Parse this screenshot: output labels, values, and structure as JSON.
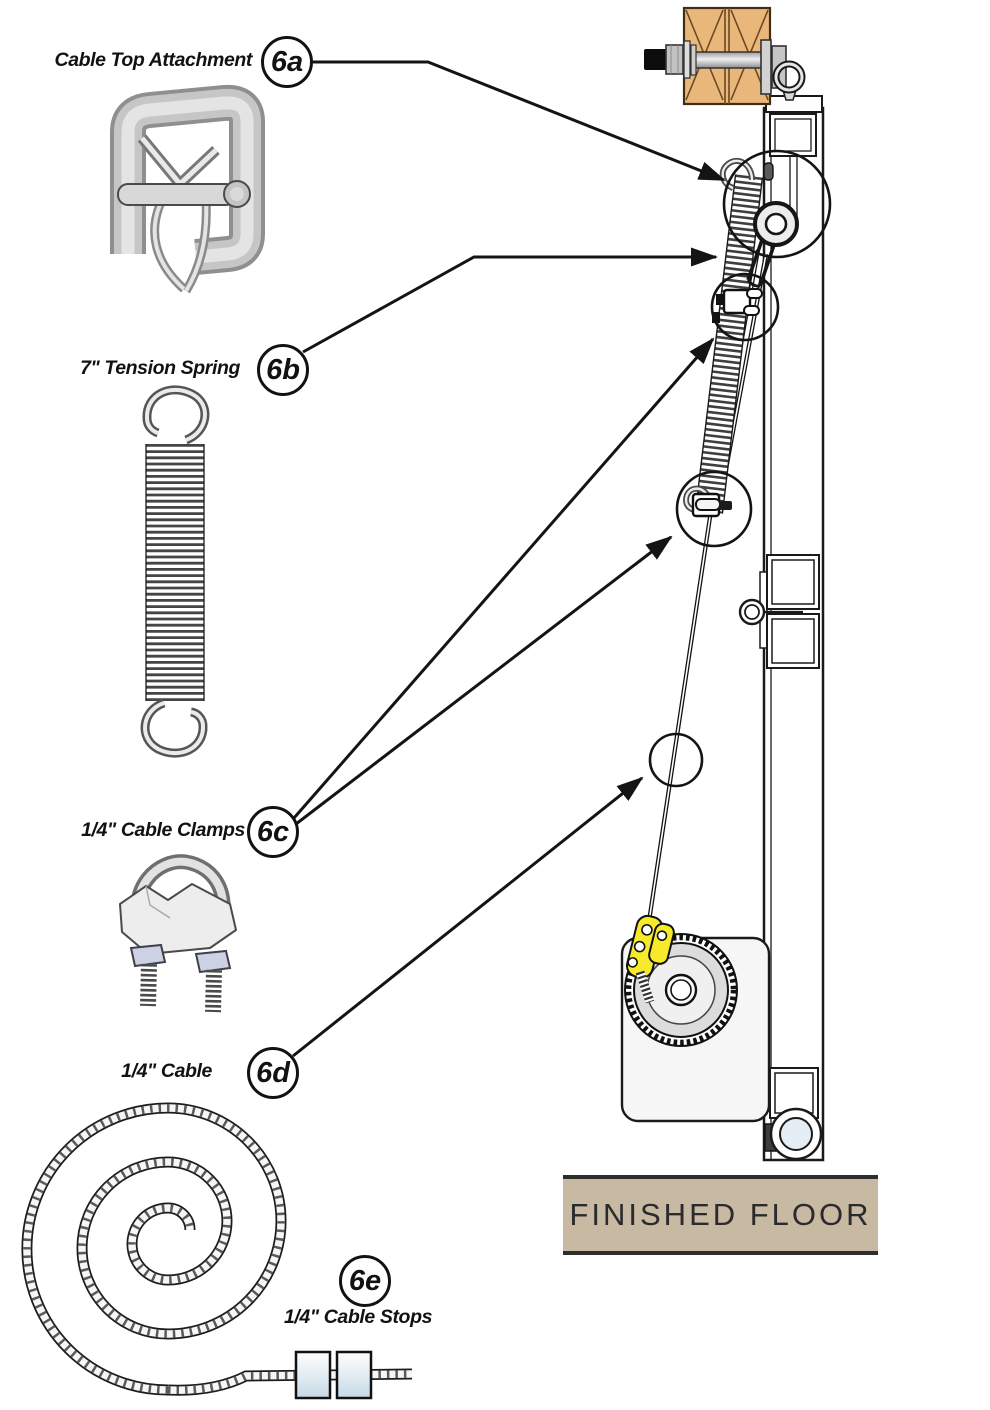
{
  "parts": [
    {
      "callout": "6a",
      "label": "Cable Top Attachment"
    },
    {
      "callout": "6b",
      "label": "7\" Tension Spring"
    },
    {
      "callout": "6c",
      "label": "1/4\" Cable Clamps"
    },
    {
      "callout": "6d",
      "label": "1/4\" Cable"
    },
    {
      "callout": "6e",
      "label": "1/4\" Cable Stops"
    }
  ],
  "floor": {
    "label": "FINISHED FLOOR"
  },
  "colors": {
    "wood": "#eab77b",
    "drum_clip_yellow": "#f7ea2a",
    "floor_fill": "#c8b9a3",
    "line": "#141414"
  }
}
